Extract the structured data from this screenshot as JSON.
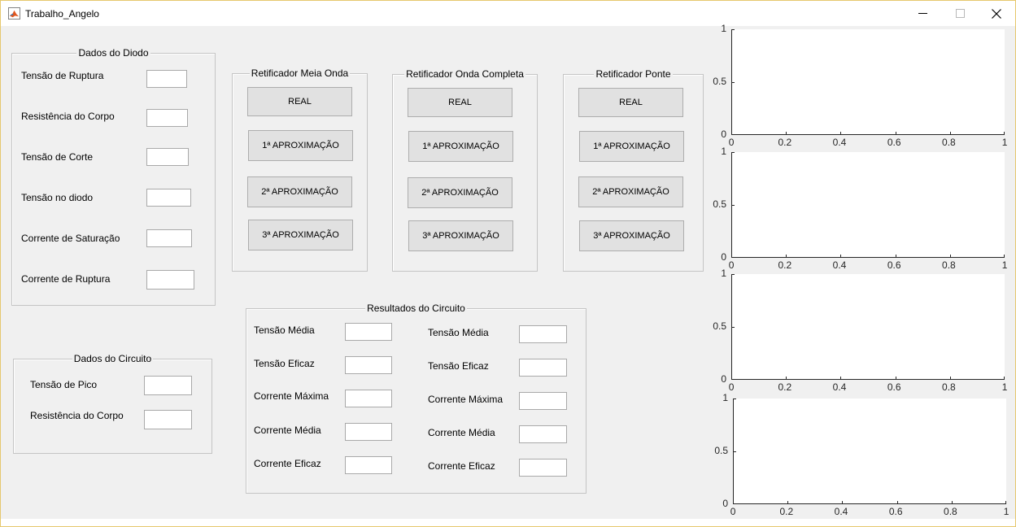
{
  "window": {
    "title": "Trabalho_Angelo",
    "icon": "matlab-icon",
    "controls": [
      "minimize-icon",
      "maximize-icon",
      "close-icon"
    ]
  },
  "diode_panel": {
    "title": "Dados do Diodo",
    "fields": [
      {
        "label": "Tensão de Ruptura",
        "value": ""
      },
      {
        "label": "Resistência do Corpo",
        "value": ""
      },
      {
        "label": "Tensão de Corte",
        "value": ""
      },
      {
        "label": "Tensão no diodo",
        "value": ""
      },
      {
        "label": "Corrente de Saturação",
        "value": ""
      },
      {
        "label": "Corrente de Ruptura",
        "value": ""
      }
    ]
  },
  "circuit_panel": {
    "title": "Dados do Circuito",
    "fields": [
      {
        "label": "Tensão de Pico",
        "value": ""
      },
      {
        "label": "Resistência do Corpo",
        "value": ""
      }
    ]
  },
  "rectifiers": [
    {
      "title": "Retificador Meia Onda",
      "buttons": [
        "REAL",
        "1ª APROXIMAÇÃO",
        "2ª APROXIMAÇÃO",
        "3ª APROXIMAÇÃO"
      ]
    },
    {
      "title": "Retificador Onda Completa",
      "buttons": [
        "REAL",
        "1ª APROXIMAÇÃO",
        "2ª APROXIMAÇÃO",
        "3ª APROXIMAÇÃO"
      ]
    },
    {
      "title": "Retificador Ponte",
      "buttons": [
        "REAL",
        "1ª APROXIMAÇÃO",
        "2ª APROXIMAÇÃO",
        "3ª APROXIMAÇÃO"
      ]
    }
  ],
  "results_panel": {
    "title": "Resultados do Circuito",
    "left": [
      {
        "label": "Tensão Média",
        "value": ""
      },
      {
        "label": "Tensão Eficaz",
        "value": ""
      },
      {
        "label": "Corrente Máxima",
        "value": ""
      },
      {
        "label": "Corrente Média",
        "value": ""
      },
      {
        "label": "Corrente Eficaz",
        "value": ""
      }
    ],
    "right": [
      {
        "label": "Tensão Média",
        "value": ""
      },
      {
        "label": "Tensão Eficaz",
        "value": ""
      },
      {
        "label": "Corrente Máxima",
        "value": ""
      },
      {
        "label": "Corrente Média",
        "value": ""
      },
      {
        "label": "Corrente Eficaz",
        "value": ""
      }
    ]
  },
  "axes": {
    "count": 4,
    "y_ticks": [
      "0",
      "0.5",
      "1"
    ],
    "x_ticks": [
      "0",
      "0.2",
      "0.4",
      "0.6",
      "0.8",
      "1"
    ]
  },
  "colors": {
    "background": "#f0f0f0",
    "button": "#e1e1e1",
    "button_border": "#adadad",
    "axes_color": "#262626"
  }
}
